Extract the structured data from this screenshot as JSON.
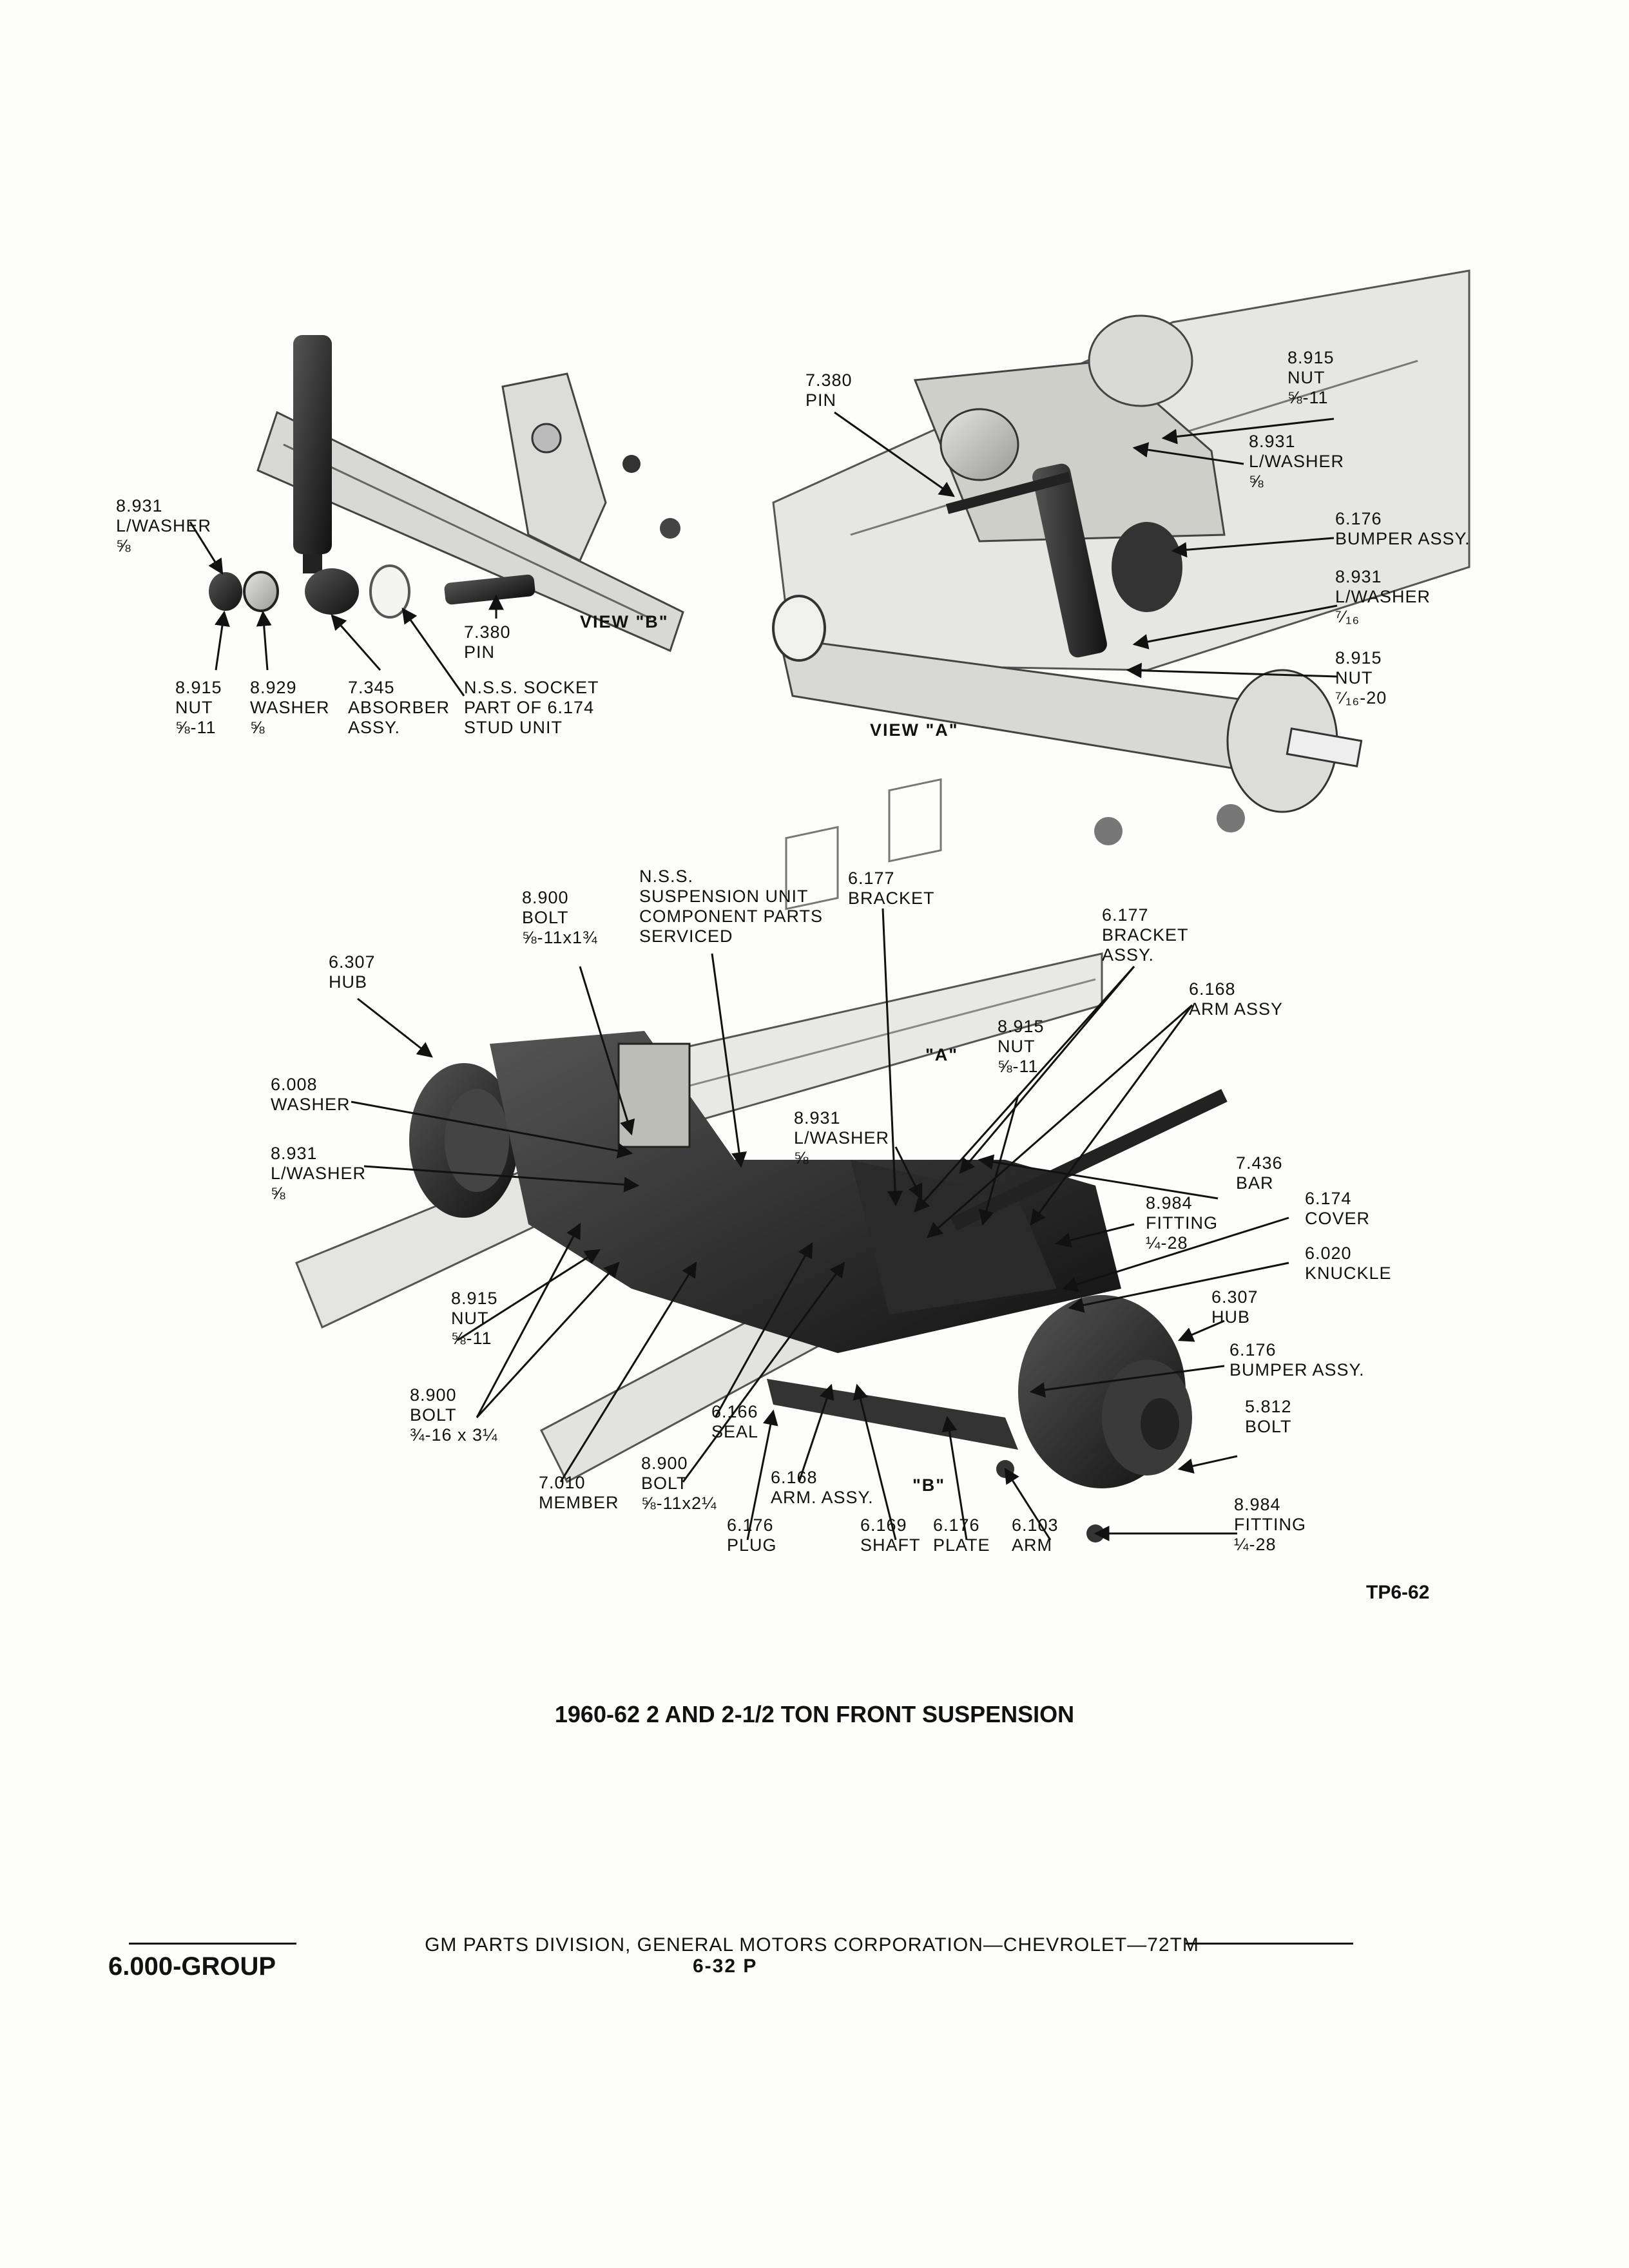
{
  "view_b": {
    "label": "VIEW \"B\"",
    "callouts": {
      "lwasher": [
        "8.931",
        "L/WASHER",
        "⅝"
      ],
      "pin": [
        "7.380",
        "PIN"
      ],
      "nut": [
        "8.915",
        "NUT",
        "⅝-11"
      ],
      "washer": [
        "8.929",
        "WASHER",
        "⅝"
      ],
      "absorber": [
        "7.345",
        "ABSORBER",
        "ASSY."
      ],
      "socket": [
        "N.S.S. SOCKET",
        "PART OF 6.174",
        "STUD UNIT"
      ]
    }
  },
  "view_a": {
    "label": "VIEW \"A\"",
    "callouts": {
      "pin": [
        "7.380",
        "PIN"
      ],
      "nut_top": [
        "8.915",
        "NUT",
        "⅝-11"
      ],
      "lwasher_top": [
        "8.931",
        "L/WASHER",
        "⅝"
      ],
      "bumper": [
        "6.176",
        "BUMPER ASSY."
      ],
      "lwasher_low": [
        "8.931",
        "L/WASHER",
        "⁷⁄₁₆"
      ],
      "nut_low": [
        "8.915",
        "NUT",
        "⁷⁄₁₆-20"
      ]
    }
  },
  "main_view": {
    "marker_a": "\"A\"",
    "marker_b": "\"B\"",
    "callouts": {
      "bolt_top": [
        "8.900",
        "BOLT",
        "⅝-11x1¾"
      ],
      "nss": [
        "N.S.S.",
        "SUSPENSION UNIT",
        "COMPONENT PARTS",
        "SERVICED"
      ],
      "bracket": [
        "6.177",
        "BRACKET"
      ],
      "bracket_assy": [
        "6.177",
        "BRACKET",
        "ASSY."
      ],
      "hub_left": [
        "6.307",
        "HUB"
      ],
      "arm_assy_top": [
        "6.168",
        "ARM ASSY"
      ],
      "nut_mid": [
        "8.915",
        "NUT",
        "⅝-11"
      ],
      "washer": [
        "6.008",
        "WASHER"
      ],
      "lwasher_left": [
        "8.931",
        "L/WASHER",
        "⅝"
      ],
      "lwasher_mid": [
        "8.931",
        "L/WASHER",
        "⅝"
      ],
      "bar": [
        "7.436",
        "BAR"
      ],
      "fitting_top": [
        "8.984",
        "FITTING",
        "¼-28"
      ],
      "cover": [
        "6.174",
        "COVER"
      ],
      "knuckle": [
        "6.020",
        "KNUCKLE"
      ],
      "nut_left": [
        "8.915",
        "NUT",
        "⅝-11"
      ],
      "hub_right": [
        "6.307",
        "HUB"
      ],
      "bumper": [
        "6.176",
        "BUMPER ASSY."
      ],
      "bolt_low": [
        "8.900",
        "BOLT",
        "¾-16 x 3¼"
      ],
      "seal": [
        "6.166",
        "SEAL"
      ],
      "bolt_right": [
        "5.812",
        "BOLT"
      ],
      "member": [
        "7.010",
        "MEMBER"
      ],
      "bolt_bottom": [
        "8.900",
        "BOLT",
        "⅝-11x2¼"
      ],
      "arm_assy_low": [
        "6.168",
        "ARM. ASSY."
      ],
      "plug": [
        "6.176",
        "PLUG"
      ],
      "shaft": [
        "6.169",
        "SHAFT"
      ],
      "plate": [
        "6.176",
        "PLATE"
      ],
      "arm": [
        "6.103",
        "ARM"
      ],
      "fitting_bottom": [
        "8.984",
        "FITTING",
        "¼-28"
      ]
    }
  },
  "ref_code": "TP6-62",
  "caption": "1960-62 2 AND 2-1/2 TON FRONT SUSPENSION",
  "footer": {
    "line": "GM PARTS DIVISION, GENERAL MOTORS CORPORATION—CHEVROLET—72TM",
    "group": "6.000-GROUP",
    "page": "6-32 P"
  }
}
